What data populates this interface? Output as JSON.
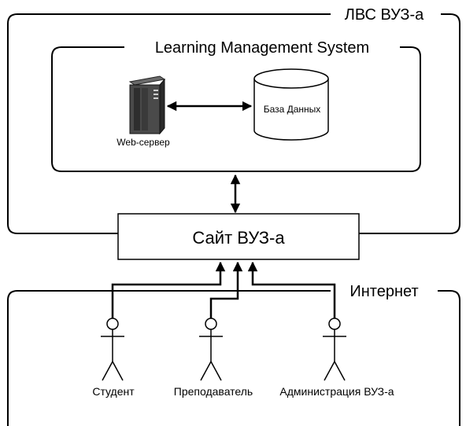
{
  "lan": {
    "label": "ЛВС ВУЗ-а"
  },
  "lms": {
    "label": "Learning Management System"
  },
  "web_server": {
    "label": "Web-сервер",
    "icon": "server-icon"
  },
  "database": {
    "label": "База Данных",
    "icon": "database-cylinder-icon"
  },
  "site": {
    "label": "Сайт ВУЗ-а"
  },
  "internet": {
    "label": "Интернет"
  },
  "actors": [
    {
      "label": "Студент",
      "icon": "stick-figure-icon"
    },
    {
      "label": "Преподаватель",
      "icon": "stick-figure-icon"
    },
    {
      "label": "Администрация ВУЗ-а",
      "icon": "stick-figure-icon"
    }
  ]
}
